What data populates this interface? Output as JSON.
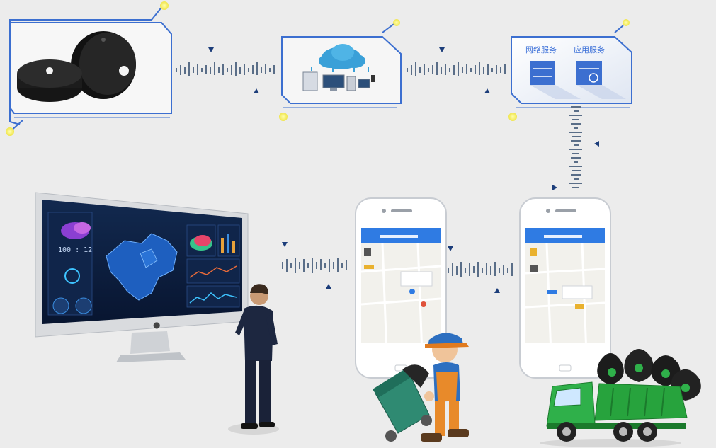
{
  "services": {
    "network_label": "网络服务",
    "application_label": "应用服务"
  },
  "nodes": [
    {
      "name": "sensor-device-image",
      "icon": "sensor-puck"
    },
    {
      "name": "cloud-network-image",
      "icon": "cloud"
    },
    {
      "name": "server-services-panel",
      "icon": "server-stack"
    },
    {
      "name": "dashboard-monitor",
      "icon": "desktop-monitor"
    },
    {
      "name": "phone-app-left",
      "icon": "smartphone"
    },
    {
      "name": "phone-app-right",
      "icon": "smartphone"
    }
  ],
  "figures": [
    "businessman",
    "sanitation-worker",
    "garbage-truck"
  ],
  "colors": {
    "frame_blue": "#3c6fd0",
    "accent_yellow": "#f2ea4a",
    "dash_dark": "#0d1d3b",
    "app_header": "#2f7be3",
    "truck_green": "#27a33d",
    "bag_black": "#1c1c1c"
  }
}
